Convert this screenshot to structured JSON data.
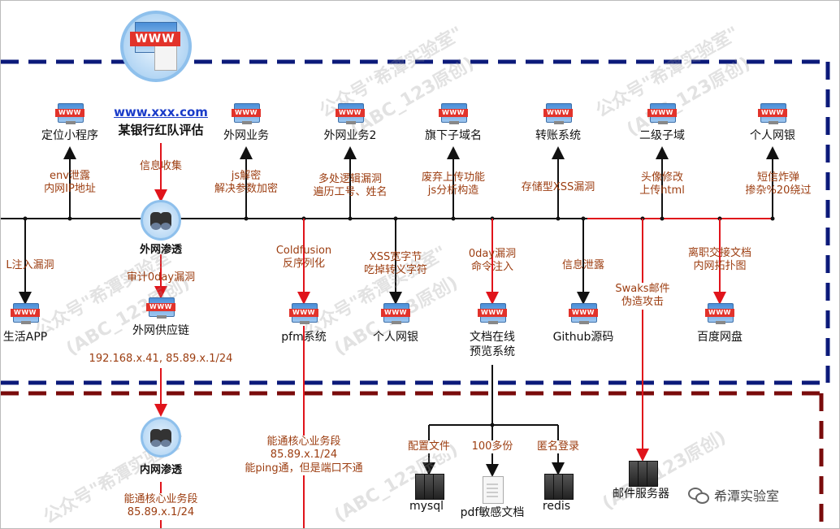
{
  "header": {
    "url": "www.xxx.com",
    "title": "某银行红队评估"
  },
  "top_nodes": [
    "定位小程序",
    "外网业务",
    "外网业务2",
    "旗下子域名",
    "转账系统",
    "二级子域",
    "个人网银"
  ],
  "top_edges": [
    [
      "env泄露",
      "内网IP地址"
    ],
    [
      "信息收集"
    ],
    [
      "js解密",
      "解决参数加密"
    ],
    [
      "多处逻辑漏洞",
      "遍历工号、姓名"
    ],
    [
      "废弃上传功能",
      "js分析构造"
    ],
    [
      "存储型XSS漏洞"
    ],
    [
      "头像修改",
      "上传html"
    ],
    [
      "短信炸弹",
      "掺杂%20绕过"
    ]
  ],
  "mid_hub": "外网渗透",
  "mid_edges": [
    [
      "L注入漏洞"
    ],
    [
      "审计0day漏洞"
    ],
    [
      "Coldfusion",
      "反序列化"
    ],
    [
      "XSS宽字节",
      "吃掉转义字符"
    ],
    [
      "0day漏洞",
      "命令注入"
    ],
    [
      "信息泄露"
    ],
    [
      "Swaks邮件",
      "伪造攻击"
    ],
    [
      "离职交接文档",
      "内网拓扑图"
    ]
  ],
  "mid_nodes": [
    "生活APP",
    "外网供应链",
    "pfm系统",
    "个人网银",
    "文档在线",
    "预览系统",
    "Github源码",
    "百度网盘"
  ],
  "supply_chain_ips": "192.168.x.41, 85.89.x.1/24",
  "inner_hub": "内网渗透",
  "inner_edges": {
    "core_segment_left": [
      "能通核心业务段",
      "85.89.x.1/24"
    ],
    "core_segment_mid": [
      "能通核心业务段",
      "85.89.x.1/24",
      "能ping通，但是端口不通"
    ],
    "leaves": [
      "配置文件",
      "100多份",
      "匿名登录"
    ]
  },
  "inner_nodes": [
    "mysql",
    "pdf敏感文档",
    "redis",
    "邮件服务器"
  ],
  "watermark": {
    "line1": "公众号\"希潭实验室\"",
    "line2": "(ABC_123原创)"
  },
  "footer_badge": "希潭实验室",
  "colors": {
    "navy_dash": "#0b1a7a",
    "maroon_dash": "#7a0b0b",
    "red_arrow": "#e0141b",
    "black_arrow": "#111111",
    "edge_text": "#9c3d10",
    "url_blue": "#1a3cc9"
  }
}
